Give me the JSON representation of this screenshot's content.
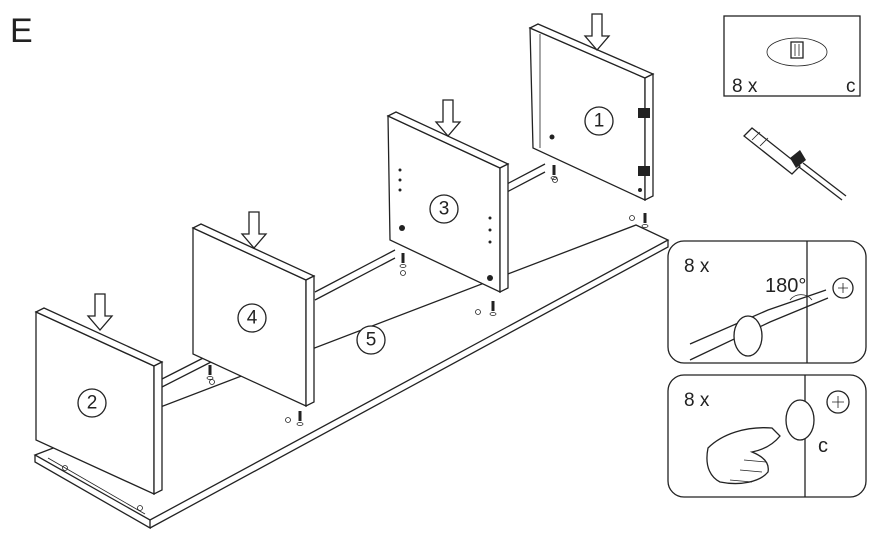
{
  "step_label": "E",
  "panels": {
    "panel_1": "1",
    "panel_2": "2",
    "panel_3": "3",
    "panel_4": "4",
    "panel_5": "5"
  },
  "part_box": {
    "quantity": "8 x",
    "part_letter": "c"
  },
  "rotate_inset": {
    "quantity": "8 x",
    "angle": "180°"
  },
  "cover_inset": {
    "quantity": "8 x",
    "part_letter": "c"
  },
  "icons": [
    "screwdriver-icon",
    "cam-lock-icon",
    "down-arrow-icon",
    "hand-icon",
    "cover-cap-icon"
  ]
}
